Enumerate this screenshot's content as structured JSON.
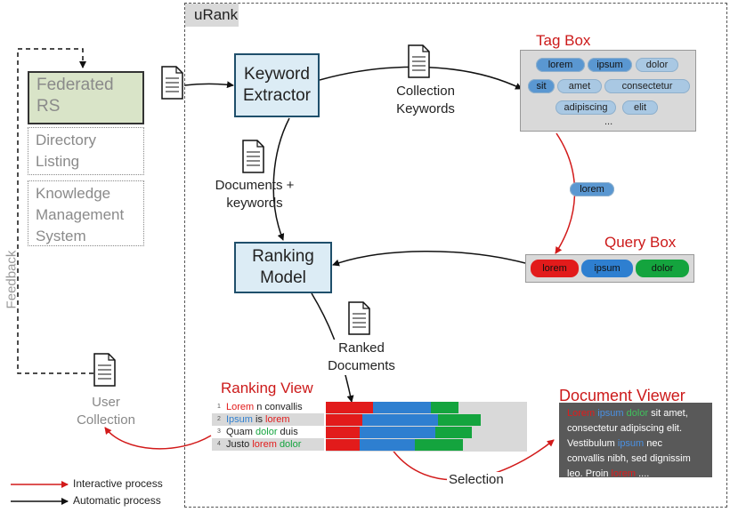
{
  "urank": {
    "label": "uRank"
  },
  "sources": {
    "federated": [
      "Federated",
      "RS"
    ],
    "directory": [
      "Directory",
      "Listing"
    ],
    "knowledge": [
      "Knowledge",
      "Management",
      "System"
    ]
  },
  "feedback_label": "Feedback",
  "keyword_extractor": [
    "Keyword",
    "Extractor"
  ],
  "ranking_model": [
    "Ranking",
    "Model"
  ],
  "collection_keywords": [
    "Collection",
    "Keywords"
  ],
  "documents_keywords": [
    "Documents +",
    "keywords"
  ],
  "ranked_documents": [
    "Ranked",
    "Documents"
  ],
  "user_collection": [
    "User",
    "Collection"
  ],
  "tag_box": {
    "title": "Tag Box",
    "tags": [
      "lorem",
      "ipsum",
      "dolor",
      "sit",
      "amet",
      "consectetur",
      "adipiscing",
      "elit"
    ],
    "ellipsis": "..."
  },
  "dragged_tag": "lorem",
  "query_box": {
    "title": "Query Box",
    "chips": [
      {
        "label": "lorem",
        "color": "#e21b1b"
      },
      {
        "label": "ipsum",
        "color": "#2e7fd0"
      },
      {
        "label": "dolor",
        "color": "#14a43e"
      }
    ]
  },
  "ranking_view": {
    "title": "Ranking View",
    "rows": [
      {
        "num": "1",
        "parts": [
          {
            "t": "Lorem",
            "c": "red"
          },
          {
            "t": " n convallis",
            "c": ""
          }
        ],
        "bars": {
          "red": 0.52,
          "blue": 0.63,
          "green": 0.3
        }
      },
      {
        "num": "2",
        "parts": [
          {
            "t": "Ipsum",
            "c": "blue"
          },
          {
            "t": " is ",
            "c": ""
          },
          {
            "t": "lorem",
            "c": "red"
          }
        ],
        "bars": {
          "red": 0.4,
          "blue": 0.83,
          "green": 0.46
        }
      },
      {
        "num": "3",
        "parts": [
          {
            "t": "Quam ",
            "c": ""
          },
          {
            "t": "dolor",
            "c": "green"
          },
          {
            "t": " duis",
            "c": ""
          }
        ],
        "bars": {
          "red": 0.37,
          "blue": 0.83,
          "green": 0.4
        }
      },
      {
        "num": "4",
        "parts": [
          {
            "t": "Justo ",
            "c": ""
          },
          {
            "t": "lorem",
            "c": "red"
          },
          {
            "t": " ",
            "c": ""
          },
          {
            "t": "dolor",
            "c": "green"
          }
        ],
        "bars": {
          "red": 0.37,
          "blue": 0.6,
          "green": 0.53
        }
      }
    ]
  },
  "selection_label": "Selection",
  "document_viewer": {
    "title": "Document Viewer",
    "lines": [
      [
        {
          "t": "Lorem",
          "c": "red"
        },
        {
          "t": " ",
          "c": ""
        },
        {
          "t": "ipsum",
          "c": "blue"
        },
        {
          "t": " ",
          "c": ""
        },
        {
          "t": "dolor",
          "c": "green"
        },
        {
          "t": " sit amet,",
          "c": ""
        }
      ],
      [
        {
          "t": "consectetur adipiscing elit.",
          "c": ""
        }
      ],
      [
        {
          "t": "Vestibulum ",
          "c": ""
        },
        {
          "t": "ipsum",
          "c": "blue"
        },
        {
          "t": " nec",
          "c": ""
        }
      ],
      [
        {
          "t": "convallis nibh, sed dignissim",
          "c": ""
        }
      ],
      [
        {
          "t": "leo. Proin ",
          "c": ""
        },
        {
          "t": "lorem",
          "c": "red"
        },
        {
          "t": " ....",
          "c": ""
        }
      ]
    ]
  },
  "legend": {
    "interactive": "Interactive process",
    "automatic": "Automatic process"
  },
  "colors": {
    "red": "#e21b1b",
    "blue": "#2e7fd0",
    "green": "#14a43e",
    "box_fill": "#dcecf5",
    "box_border": "#1f4f6b",
    "fed_fill": "#d9e4c8"
  }
}
